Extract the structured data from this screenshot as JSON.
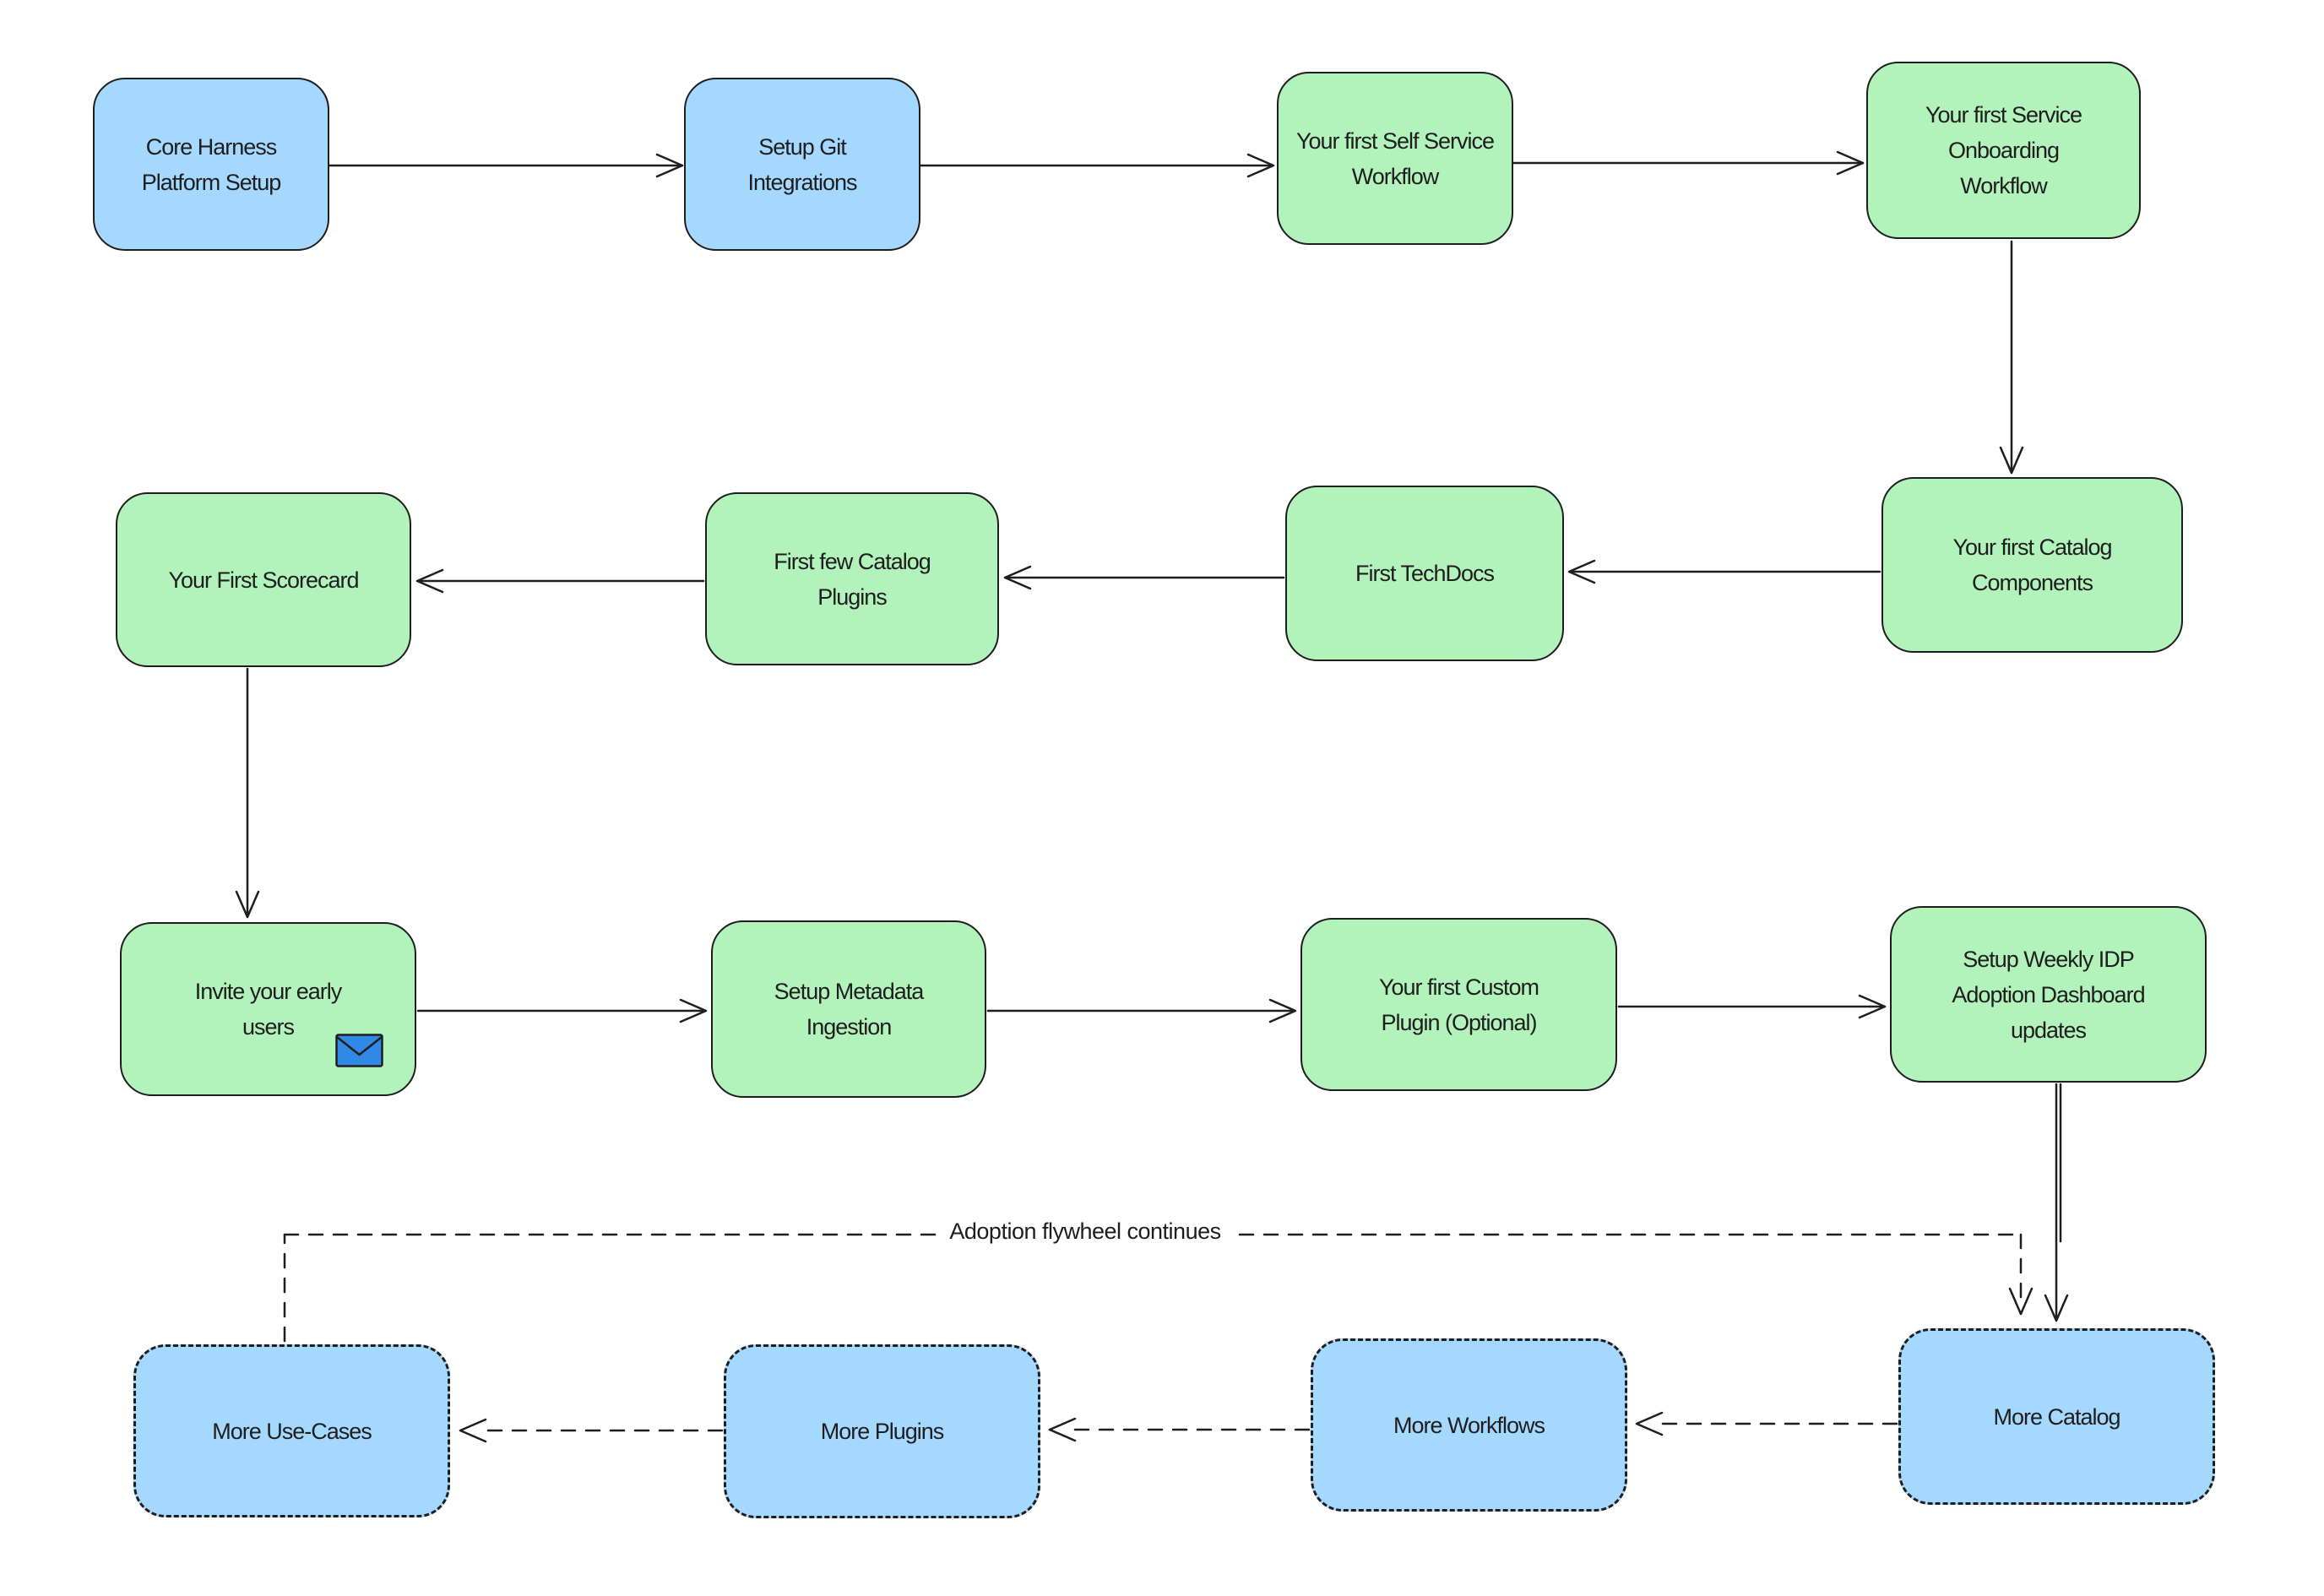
{
  "colors": {
    "blue_fill": "#a5d8ff",
    "green_fill": "#b2f2bb",
    "stroke": "#1e1e1e",
    "envelope_blue": "#2f89e5"
  },
  "flywheel_label": "Adoption flywheel continues",
  "nodes": [
    {
      "id": "core-harness-platform-setup",
      "label": "Core Harness\nPlatform Setup",
      "fill": "blue",
      "border": "solid"
    },
    {
      "id": "setup-git-integrations",
      "label": "Setup Git\nIntegrations",
      "fill": "blue",
      "border": "solid"
    },
    {
      "id": "first-self-service-workflow",
      "label": "Your first Self Service\nWorkflow",
      "fill": "green",
      "border": "solid"
    },
    {
      "id": "first-service-onboarding-workflow",
      "label": "Your first Service\nOnboarding\nWorkflow",
      "fill": "green",
      "border": "solid"
    },
    {
      "id": "first-catalog-components",
      "label": "Your first Catalog\nComponents",
      "fill": "green",
      "border": "solid"
    },
    {
      "id": "first-techdocs",
      "label": "First TechDocs",
      "fill": "green",
      "border": "solid"
    },
    {
      "id": "first-few-catalog-plugins",
      "label": "First few Catalog\nPlugins",
      "fill": "green",
      "border": "solid"
    },
    {
      "id": "your-first-scorecard",
      "label": "Your First Scorecard",
      "fill": "green",
      "border": "solid"
    },
    {
      "id": "invite-your-early-users",
      "label": "Invite your early\nusers",
      "fill": "green",
      "border": "solid",
      "icon": "envelope-icon"
    },
    {
      "id": "setup-metadata-ingestion",
      "label": "Setup Metadata\nIngestion",
      "fill": "green",
      "border": "solid"
    },
    {
      "id": "your-first-custom-plugin-optional",
      "label": "Your first Custom\nPlugin (Optional)",
      "fill": "green",
      "border": "solid"
    },
    {
      "id": "setup-weekly-idp-adoption-dashboard-updates",
      "label": "Setup Weekly IDP\nAdoption Dashboard\nupdates",
      "fill": "green",
      "border": "solid"
    },
    {
      "id": "more-catalog",
      "label": "More Catalog",
      "fill": "blue",
      "border": "dashed"
    },
    {
      "id": "more-workflows",
      "label": "More Workflows",
      "fill": "blue",
      "border": "dashed"
    },
    {
      "id": "more-plugins",
      "label": "More Plugins",
      "fill": "blue",
      "border": "dashed"
    },
    {
      "id": "more-use-cases",
      "label": "More Use-Cases",
      "fill": "blue",
      "border": "dashed"
    }
  ],
  "edges": [
    {
      "from": "core-harness-platform-setup",
      "to": "setup-git-integrations",
      "style": "solid"
    },
    {
      "from": "setup-git-integrations",
      "to": "first-self-service-workflow",
      "style": "solid"
    },
    {
      "from": "first-self-service-workflow",
      "to": "first-service-onboarding-workflow",
      "style": "solid"
    },
    {
      "from": "first-service-onboarding-workflow",
      "to": "first-catalog-components",
      "style": "solid"
    },
    {
      "from": "first-catalog-components",
      "to": "first-techdocs",
      "style": "solid"
    },
    {
      "from": "first-techdocs",
      "to": "first-few-catalog-plugins",
      "style": "solid"
    },
    {
      "from": "first-few-catalog-plugins",
      "to": "your-first-scorecard",
      "style": "solid"
    },
    {
      "from": "your-first-scorecard",
      "to": "invite-your-early-users",
      "style": "solid"
    },
    {
      "from": "invite-your-early-users",
      "to": "setup-metadata-ingestion",
      "style": "solid"
    },
    {
      "from": "setup-metadata-ingestion",
      "to": "your-first-custom-plugin-optional",
      "style": "solid"
    },
    {
      "from": "your-first-custom-plugin-optional",
      "to": "setup-weekly-idp-adoption-dashboard-updates",
      "style": "solid"
    },
    {
      "from": "setup-weekly-idp-adoption-dashboard-updates",
      "to": "more-catalog",
      "style": "solid"
    },
    {
      "from": "more-use-cases",
      "to": "more-catalog",
      "style": "dashed",
      "label": "Adoption flywheel continues"
    },
    {
      "from": "more-catalog",
      "to": "more-workflows",
      "style": "dashed"
    },
    {
      "from": "more-workflows",
      "to": "more-plugins",
      "style": "dashed"
    },
    {
      "from": "more-plugins",
      "to": "more-use-cases",
      "style": "dashed"
    }
  ]
}
